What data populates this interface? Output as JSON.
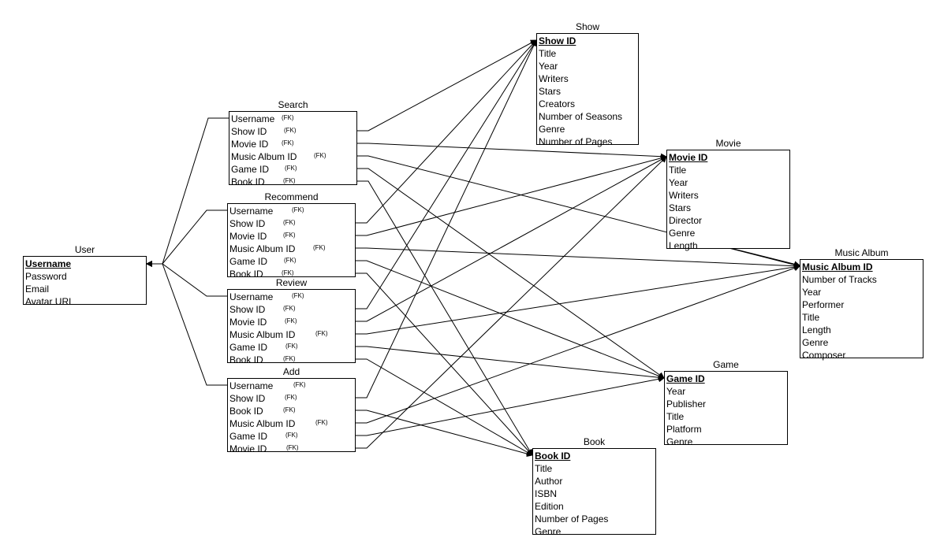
{
  "entities": {
    "user": {
      "title": "User",
      "attributes": [
        {
          "text": "Username",
          "pk": true
        },
        {
          "text": "Password"
        },
        {
          "text": "Email"
        },
        {
          "text": "Avatar URL"
        }
      ]
    },
    "search": {
      "title": "Search",
      "attributes": [
        {
          "text": "Username",
          "fk": "(FK)"
        },
        {
          "text": "Show ID",
          "fk": "(FK)"
        },
        {
          "text": "Movie ID",
          "fk": "(FK)"
        },
        {
          "text": "Music Album ID",
          "fk": "(FK)"
        },
        {
          "text": "Game ID",
          "fk": "(FK)"
        },
        {
          "text": "Book ID",
          "fk": "(FK)"
        }
      ]
    },
    "recommend": {
      "title": "Recommend",
      "attributes": [
        {
          "text": "Username",
          "fk": "(FK)"
        },
        {
          "text": "Show ID",
          "fk": "(FK)"
        },
        {
          "text": "Movie ID",
          "fk": "(FK)"
        },
        {
          "text": "Music Album ID",
          "fk": "(FK)"
        },
        {
          "text": "Game ID",
          "fk": "(FK)"
        },
        {
          "text": "Book ID",
          "fk": "(FK)"
        }
      ]
    },
    "review": {
      "title": "Review",
      "attributes": [
        {
          "text": "Username",
          "fk": "(FK)"
        },
        {
          "text": "Show ID",
          "fk": "(FK)"
        },
        {
          "text": "Movie ID",
          "fk": "(FK)"
        },
        {
          "text": "Music Album ID",
          "fk": "(FK)"
        },
        {
          "text": "Game ID",
          "fk": "(FK)"
        },
        {
          "text": "Book ID",
          "fk": "(FK)"
        }
      ]
    },
    "add": {
      "title": "Add",
      "attributes": [
        {
          "text": "Username",
          "fk": "(FK)"
        },
        {
          "text": "Show ID",
          "fk": "(FK)"
        },
        {
          "text": "Book ID",
          "fk": "(FK)"
        },
        {
          "text": "Music Album ID",
          "fk": "(FK)"
        },
        {
          "text": "Game ID",
          "fk": "(FK)"
        },
        {
          "text": "Movie ID",
          "fk": "(FK)"
        }
      ]
    },
    "show": {
      "title": "Show",
      "attributes": [
        {
          "text": "Show ID",
          "pk": true
        },
        {
          "text": "Title"
        },
        {
          "text": "Year"
        },
        {
          "text": "Writers"
        },
        {
          "text": "Stars"
        },
        {
          "text": "Creators"
        },
        {
          "text": "Number of Seasons"
        },
        {
          "text": "Genre"
        },
        {
          "text": "Number of Pages"
        }
      ]
    },
    "movie": {
      "title": "Movie",
      "attributes": [
        {
          "text": "Movie ID",
          "pk": true
        },
        {
          "text": "Title"
        },
        {
          "text": "Year"
        },
        {
          "text": "Writers"
        },
        {
          "text": "Stars"
        },
        {
          "text": "Director"
        },
        {
          "text": "Genre"
        },
        {
          "text": "Length"
        }
      ]
    },
    "music_album": {
      "title": "Music Album",
      "attributes": [
        {
          "text": "Music Album ID",
          "pk": true
        },
        {
          "text": "Number of Tracks"
        },
        {
          "text": "Year"
        },
        {
          "text": "Performer"
        },
        {
          "text": "Title"
        },
        {
          "text": "Length"
        },
        {
          "text": "Genre"
        },
        {
          "text": "Composer"
        }
      ]
    },
    "game": {
      "title": "Game",
      "attributes": [
        {
          "text": "Game ID",
          "pk": true
        },
        {
          "text": "Year"
        },
        {
          "text": "Publisher"
        },
        {
          "text": "Title"
        },
        {
          "text": "Platform"
        },
        {
          "text": "Genre"
        }
      ]
    },
    "book": {
      "title": "Book",
      "attributes": [
        {
          "text": "Book ID",
          "pk": true
        },
        {
          "text": "Title"
        },
        {
          "text": "Author"
        },
        {
          "text": "ISBN"
        },
        {
          "text": "Edition"
        },
        {
          "text": "Number of Pages"
        },
        {
          "text": "Genre"
        }
      ]
    }
  },
  "relationships": [
    {
      "from": "search",
      "from_attr": 0,
      "to": "user"
    },
    {
      "from": "recommend",
      "from_attr": 0,
      "to": "user"
    },
    {
      "from": "review",
      "from_attr": 0,
      "to": "user"
    },
    {
      "from": "add",
      "from_attr": 0,
      "to": "user"
    },
    {
      "from": "search",
      "from_attr": 1,
      "to": "show"
    },
    {
      "from": "search",
      "from_attr": 2,
      "to": "movie"
    },
    {
      "from": "search",
      "from_attr": 3,
      "to": "music_album"
    },
    {
      "from": "search",
      "from_attr": 4,
      "to": "game"
    },
    {
      "from": "search",
      "from_attr": 5,
      "to": "book"
    },
    {
      "from": "recommend",
      "from_attr": 1,
      "to": "show"
    },
    {
      "from": "recommend",
      "from_attr": 2,
      "to": "movie"
    },
    {
      "from": "recommend",
      "from_attr": 3,
      "to": "music_album"
    },
    {
      "from": "recommend",
      "from_attr": 4,
      "to": "game"
    },
    {
      "from": "recommend",
      "from_attr": 5,
      "to": "book"
    },
    {
      "from": "review",
      "from_attr": 1,
      "to": "show"
    },
    {
      "from": "review",
      "from_attr": 2,
      "to": "movie"
    },
    {
      "from": "review",
      "from_attr": 3,
      "to": "music_album"
    },
    {
      "from": "review",
      "from_attr": 4,
      "to": "game"
    },
    {
      "from": "review",
      "from_attr": 5,
      "to": "book"
    },
    {
      "from": "add",
      "from_attr": 1,
      "to": "show"
    },
    {
      "from": "add",
      "from_attr": 2,
      "to": "book"
    },
    {
      "from": "add",
      "from_attr": 3,
      "to": "music_album"
    },
    {
      "from": "add",
      "from_attr": 4,
      "to": "game"
    },
    {
      "from": "add",
      "from_attr": 5,
      "to": "movie"
    },
    {
      "from": "movie",
      "from_attr": -1,
      "to": "music_album"
    }
  ]
}
